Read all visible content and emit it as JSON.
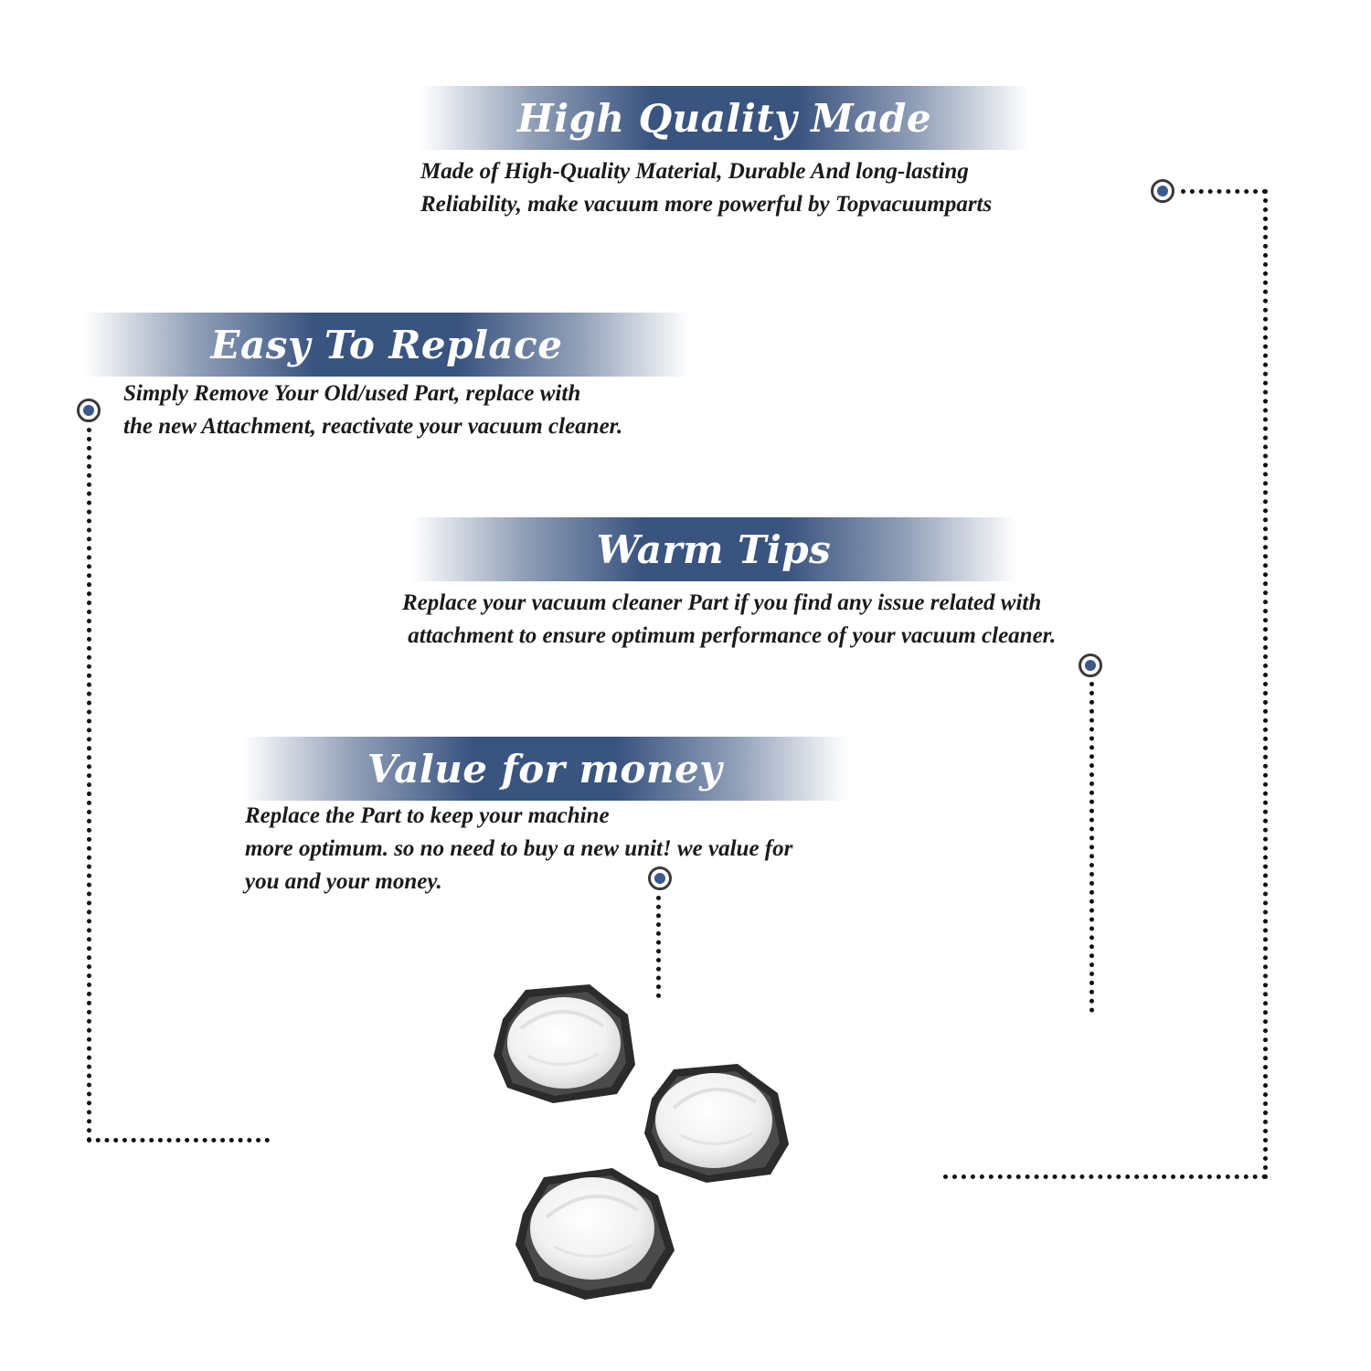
{
  "features": [
    {
      "title": "High Quality Made",
      "lines": [
        "Made of  High-Quality Material, Durable And long-lasting",
        "Reliability, make vacuum more powerful by Topvacuumparts"
      ]
    },
    {
      "title": "Easy To Replace",
      "lines": [
        "Simply Remove Your Old/used Part, replace with",
        "the new Attachment, reactivate your vacuum cleaner."
      ]
    },
    {
      "title": "Warm Tips",
      "lines": [
        "Replace your vacuum cleaner Part if you find any issue related with",
        " attachment to ensure optimum performance of your vacuum cleaner."
      ]
    },
    {
      "title": "Value for money",
      "lines": [
        "Replace the Part to keep your machine",
        "more optimum. so no need to buy a new unit! we value for",
        "you and your money."
      ]
    }
  ],
  "colors": {
    "banner": "#3a5480",
    "marker_center": "#3a5a8c",
    "text": "#1a1a1a"
  },
  "icons": {
    "marker": "target-marker-icon",
    "product": "vacuum-filter-image"
  }
}
